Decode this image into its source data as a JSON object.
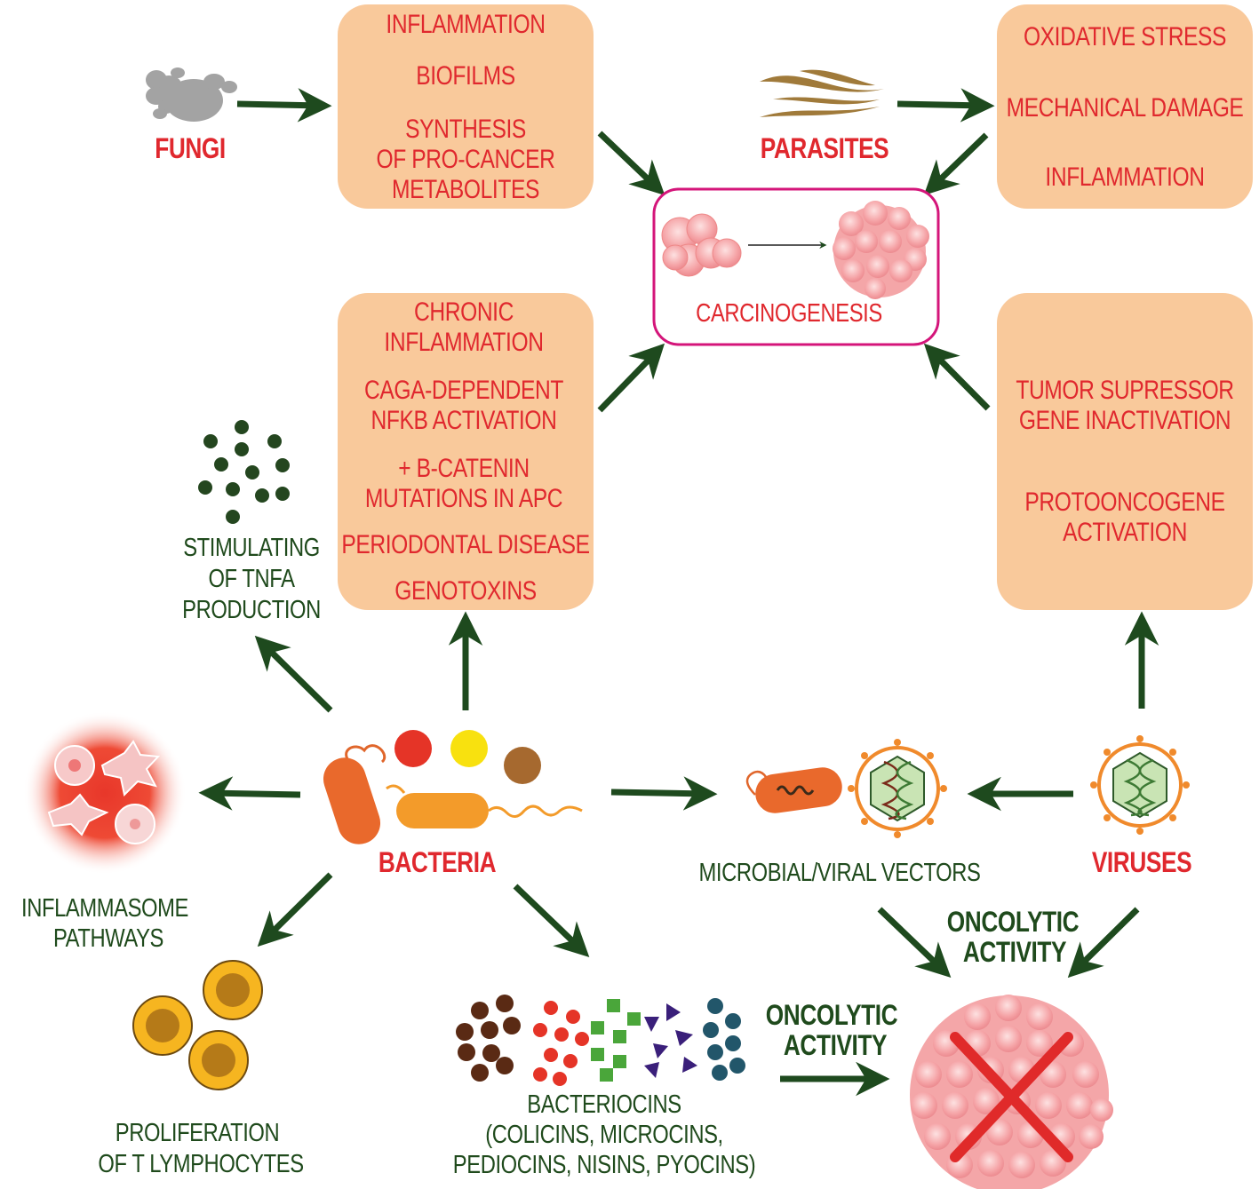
{
  "sources": {
    "fungi": "FUNGI",
    "parasites": "PARASITES",
    "bacteria": "BACTERIA",
    "viruses": "VIRUSES"
  },
  "fungi_box": [
    "INFLAMMATION",
    "BIOFILMS",
    "SYNTHESIS",
    "OF PRO-CANCER",
    "METABOLITES"
  ],
  "parasites_box": [
    "OXIDATIVE STRESS",
    "MECHANICAL DAMAGE",
    "INFLAMMATION"
  ],
  "bacteria_box": [
    "CHRONIC",
    "INFLAMMATION",
    "CAGA-DEPENDENT",
    "NFKB ACTIVATION",
    "+ B-CATENIN",
    "MUTATIONS IN APC",
    "PERIODONTAL DISEASE",
    "GENOTOXINS"
  ],
  "viruses_box": [
    "TUMOR SUPRESSOR",
    "GENE INACTIVATION",
    "PROTOONCOGENE",
    "ACTIVATION"
  ],
  "center": "CARCINOGENESIS",
  "tnfa": [
    "STIMULATING",
    "OF TNFA",
    "PRODUCTION"
  ],
  "inflammasome": [
    "INFLAMMASOME",
    "PATHWAYS"
  ],
  "tcells": [
    "PROLIFERATION",
    "OF T LYMPHOCYTES"
  ],
  "bacteriocins": [
    "BACTERIOCINS",
    "(COLICINS, MICROCINS,",
    "PEDIOCINS, NISINS, PYOCINS)"
  ],
  "vectors": "MICROBIAL/VIRAL VECTORS",
  "oncolytic_1": [
    "ONCOLYTIC",
    "ACTIVITY"
  ],
  "oncolytic_2": [
    "ONCOLYTIC",
    "ACTIVITY"
  ],
  "colors": {
    "box_fill": "#f9c99b",
    "red_text": "#e0282e",
    "green_text": "#1f4a1c",
    "arrow": "#1e4a1e",
    "center_border": "#d4157a"
  }
}
